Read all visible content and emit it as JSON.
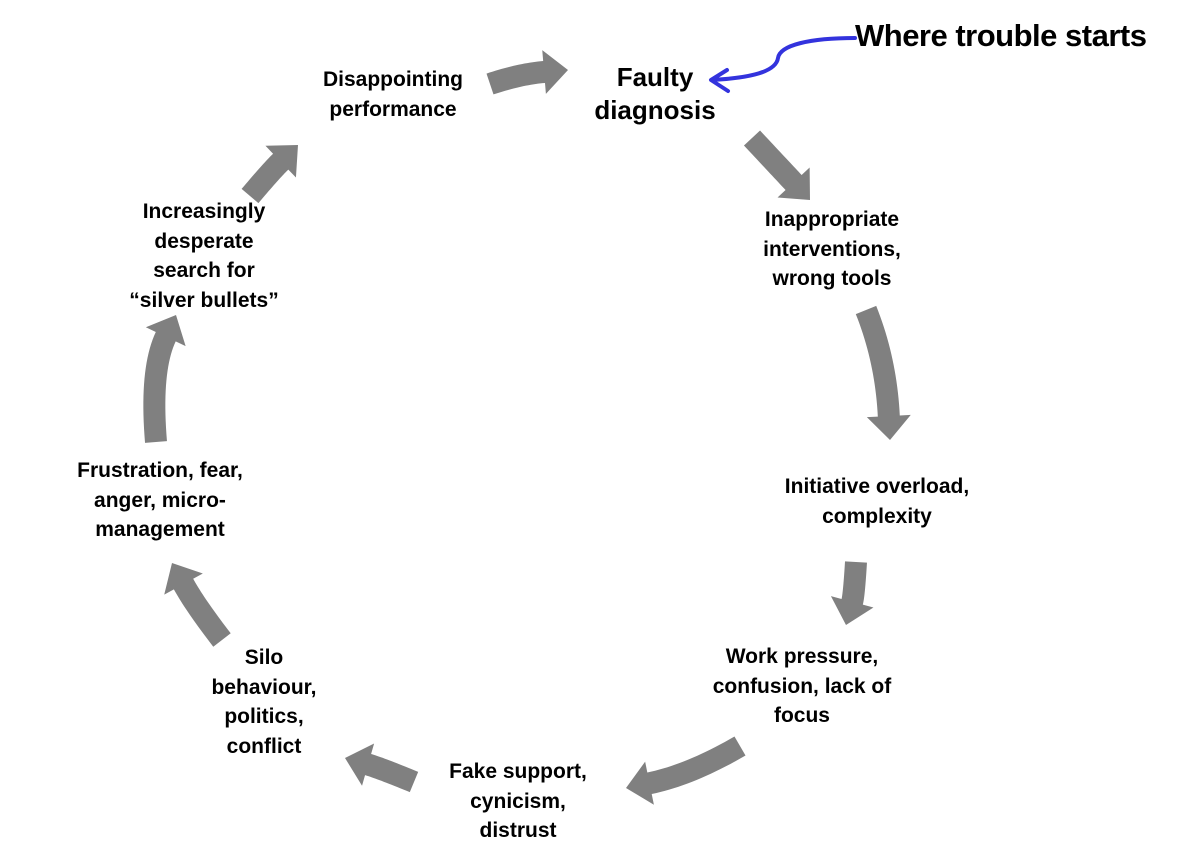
{
  "colors": {
    "arrow": "#808080",
    "callout_arrow": "#3333dd",
    "text": "#000000"
  },
  "callout": {
    "label": "Where trouble starts"
  },
  "nodes": [
    {
      "id": "faulty-diagnosis",
      "lines": [
        "Faulty",
        "diagnosis"
      ]
    },
    {
      "id": "inappropriate-interventions",
      "lines": [
        "Inappropriate",
        "interventions,",
        "wrong tools"
      ]
    },
    {
      "id": "initiative-overload",
      "lines": [
        "Initiative overload,",
        "complexity"
      ]
    },
    {
      "id": "work-pressure",
      "lines": [
        "Work pressure,",
        "confusion, lack of",
        "focus"
      ]
    },
    {
      "id": "fake-support",
      "lines": [
        "Fake support,",
        "cynicism,",
        "distrust"
      ]
    },
    {
      "id": "silo-behaviour",
      "lines": [
        "Silo",
        "behaviour,",
        "politics,",
        "conflict"
      ]
    },
    {
      "id": "frustration",
      "lines": [
        "Frustration, fear,",
        "anger, micro-",
        "management"
      ]
    },
    {
      "id": "silver-bullets",
      "lines": [
        "Increasingly",
        "desperate",
        "search for",
        "“silver bullets”"
      ]
    },
    {
      "id": "disappointing-performance",
      "lines": [
        "Disappointing",
        "performance"
      ]
    }
  ]
}
